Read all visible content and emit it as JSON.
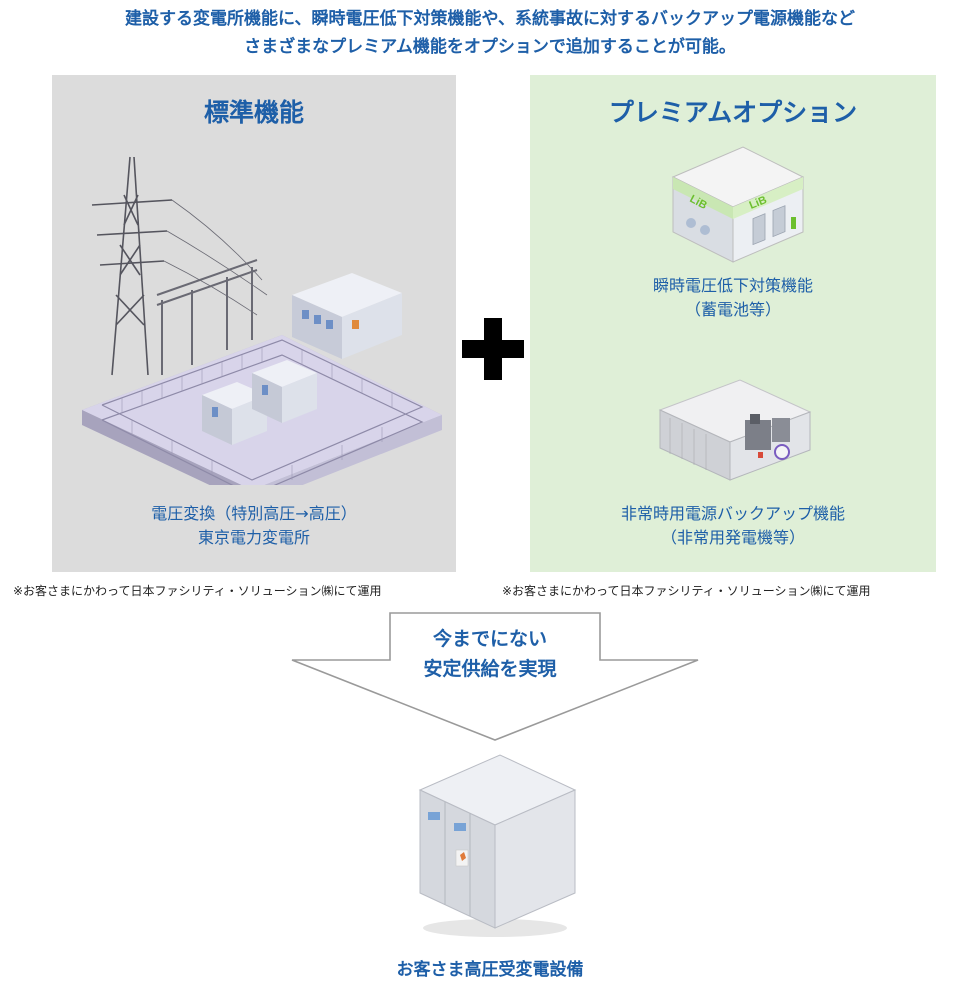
{
  "headline": {
    "line1": "建設する変電所機能に、瞬時電圧低下対策機能や、系統事故に対するバックアップ電源機能など",
    "line2": "さまざまなプレミアム機能をオプションで追加することが可能。"
  },
  "standard": {
    "title": "標準機能",
    "caption_line1": "電圧変換（特別高圧→高圧）",
    "caption_line2": "東京電力変電所",
    "illustration": "substation-illustration"
  },
  "premium": {
    "title": "プレミアムオプション",
    "option1_line1": "瞬時電圧低下対策機能",
    "option1_line2": "（蓄電池等）",
    "battery_label": "LiB",
    "option2_line1": "非常時用電源バックアップ機能",
    "option2_line2": "（非常用発電機等）"
  },
  "notes": {
    "left": "※お客さまにかわって日本ファシリティ・ソリューション㈱にて運用",
    "right": "※お客さまにかわって日本ファシリティ・ソリューション㈱にて運用"
  },
  "arrow": {
    "line1": "今までにない",
    "line2": "安定供給を実現"
  },
  "result": {
    "label": "お客さま高圧受変電設備"
  },
  "colors": {
    "accent_blue": "#1e5fa8",
    "standard_bg": "#dcdcdc",
    "premium_bg": "#dfefd7",
    "battery_green": "#6cbf2e"
  }
}
